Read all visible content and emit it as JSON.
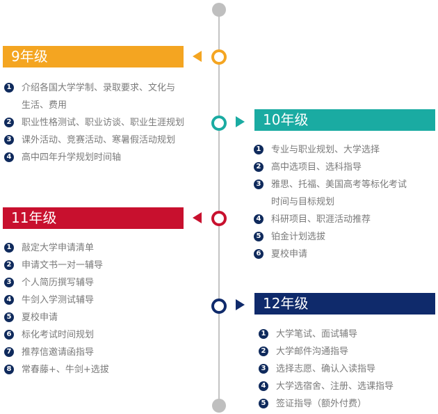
{
  "colors": {
    "grade9": "#f4a521",
    "grade10": "#1aaba2",
    "grade11": "#c8102e",
    "grade12": "#0f2a6b",
    "timeline": "#c4c4c4",
    "badge": "#0f2a5c",
    "text": "#7a7a7a"
  },
  "grades": [
    {
      "title": "9年级",
      "items": [
        {
          "num": "1",
          "text": "介绍各国大学学制、录取要求、文化与\n生活、费用"
        },
        {
          "num": "2",
          "text": "职业性格测试、职业访谈、职业生涯规划"
        },
        {
          "num": "3",
          "text": "课外活动、竞赛活动、寒暑假活动规划"
        },
        {
          "num": "4",
          "text": "高中四年升学规划时间轴"
        }
      ]
    },
    {
      "title": "10年级",
      "items": [
        {
          "num": "1",
          "text": "专业与职业规划、大学选择"
        },
        {
          "num": "2",
          "text": "高中选项目、选科指导"
        },
        {
          "num": "3",
          "text": "雅思、托福、美国高考等标化考试\n时间与目标规划"
        },
        {
          "num": "4",
          "text": "科研项目、职涯活动推荐"
        },
        {
          "num": "5",
          "text": "铂金计划选拔"
        },
        {
          "num": "6",
          "text": "夏校申请"
        }
      ]
    },
    {
      "title": "11年级",
      "items": [
        {
          "num": "1",
          "text": "敲定大学申请清单"
        },
        {
          "num": "2",
          "text": "申请文书一对一辅导"
        },
        {
          "num": "3",
          "text": "个人简历撰写辅导"
        },
        {
          "num": "4",
          "text": "牛剑入学测试辅导"
        },
        {
          "num": "5",
          "text": "夏校申请"
        },
        {
          "num": "6",
          "text": "标化考试时间规划"
        },
        {
          "num": "7",
          "text": "推荐信邀请函指导"
        },
        {
          "num": "8",
          "text": "常春藤+、牛剑+选拔"
        }
      ]
    },
    {
      "title": "12年级",
      "items": [
        {
          "num": "1",
          "text": "大学笔试、面试辅导"
        },
        {
          "num": "2",
          "text": "大学邮件沟通指导"
        },
        {
          "num": "3",
          "text": "选择志愿、确认入读指导"
        },
        {
          "num": "4",
          "text": "大学选宿舍、注册、选课指导"
        },
        {
          "num": "5",
          "text": "签证指导（额外付费）"
        }
      ]
    }
  ]
}
